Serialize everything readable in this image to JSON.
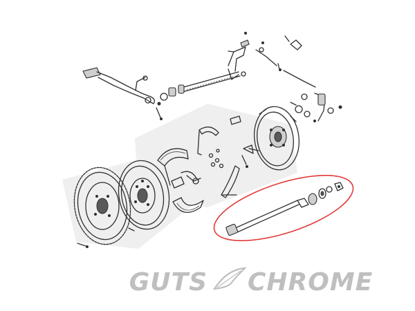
{
  "diagram": {
    "subject": "exploded-view-brake-assembly",
    "highlight_color": "#e33b3b",
    "line_color": "#2e2e2e"
  },
  "watermark": {
    "word_left": "GUTS",
    "word_right": "CHROME",
    "color": "#bfbfbf",
    "icon": "feather-icon"
  }
}
